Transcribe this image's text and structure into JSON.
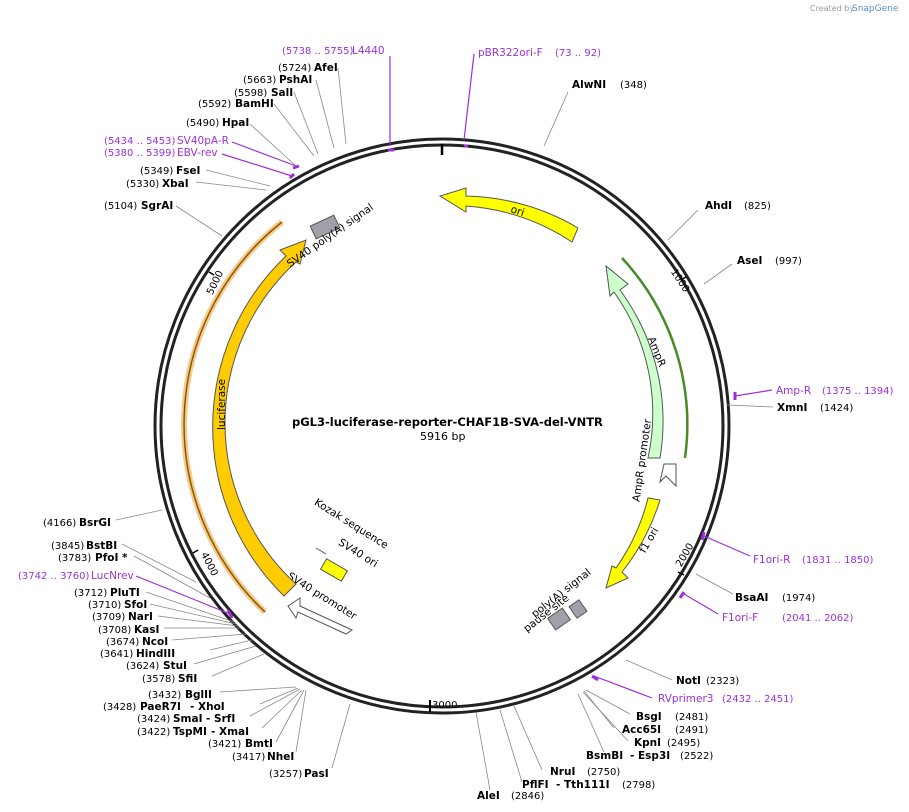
{
  "credit": {
    "text": "Created by",
    "brand": "SnapGene"
  },
  "plasmid": {
    "name": "pGL3-luciferase-reporter-CHAF1B-SVA-del-VNTR",
    "size": "5916 bp"
  },
  "ticks": [
    "1000",
    "2000",
    "3000",
    "4000",
    "5000"
  ],
  "features": {
    "ori": "ori",
    "ampr": "AmpR",
    "ampr_promoter": "AmpR promoter",
    "f1ori": "f1 ori",
    "polya_signal": "poly(A) signal",
    "pause_site": "pause site",
    "sv40_promoter": "SV40 promoter",
    "sv40_ori": "SV40 ori",
    "kozak": "Kozak sequence",
    "luciferase": "luciferase",
    "sv40_polya": "SV40 poly(A) signal"
  },
  "sites": [
    {
      "name": "AlwNI",
      "pos": "(348)"
    },
    {
      "name": "AhdI",
      "pos": "(825)"
    },
    {
      "name": "AseI",
      "pos": "(997)"
    },
    {
      "name": "XmnI",
      "pos": "(1424)"
    },
    {
      "name": "BsaAI",
      "pos": "(1974)"
    },
    {
      "name": "NotI",
      "pos": "(2323)"
    },
    {
      "name": "BsgI",
      "pos": "(2481)"
    },
    {
      "name": "Acc65I",
      "pos": "(2491)"
    },
    {
      "name": "KpnI",
      "pos": "(2495)"
    },
    {
      "name": "BsmBI",
      "pos": ""
    },
    {
      "name": "- Esp3I",
      "pos": "(2522)"
    },
    {
      "name": "NruI",
      "pos": "(2750)"
    },
    {
      "name": "PflFI",
      "pos": ""
    },
    {
      "name": "- Tth111I",
      "pos": "(2798)"
    },
    {
      "name": "AleI",
      "pos": "(2846)"
    },
    {
      "name": "PasI",
      "pos": "(3257)"
    },
    {
      "name": "NheI",
      "pos": "(3417)"
    },
    {
      "name": "BmtI",
      "pos": "(3421)"
    },
    {
      "name": "TspMI",
      "pos": "(3422)"
    },
    {
      "name": "- XmaI",
      "pos": ""
    },
    {
      "name": "SmaI",
      "pos": "(3424)"
    },
    {
      "name": "- SrfI",
      "pos": ""
    },
    {
      "name": "PaeR7I",
      "pos": "(3428)"
    },
    {
      "name": "- XhoI",
      "pos": ""
    },
    {
      "name": "BglII",
      "pos": "(3432)"
    },
    {
      "name": "SfiI",
      "pos": "(3578)"
    },
    {
      "name": "StuI",
      "pos": "(3624)"
    },
    {
      "name": "HindIII",
      "pos": "(3641)"
    },
    {
      "name": "NcoI",
      "pos": "(3674)"
    },
    {
      "name": "KasI",
      "pos": "(3708)"
    },
    {
      "name": "NarI",
      "pos": "(3709)"
    },
    {
      "name": "SfoI",
      "pos": "(3710)"
    },
    {
      "name": "PluTI",
      "pos": "(3712)"
    },
    {
      "name": "PfoI *",
      "pos": "(3783)"
    },
    {
      "name": "BstBI",
      "pos": "(3845)"
    },
    {
      "name": "BsrGI",
      "pos": "(4166)"
    },
    {
      "name": "SgrAI",
      "pos": "(5104)"
    },
    {
      "name": "XbaI",
      "pos": "(5330)"
    },
    {
      "name": "FseI",
      "pos": "(5349)"
    },
    {
      "name": "HpaI",
      "pos": "(5490)"
    },
    {
      "name": "BamHI",
      "pos": "(5592)"
    },
    {
      "name": "SalI",
      "pos": "(5598)"
    },
    {
      "name": "PshAI",
      "pos": "(5663)"
    },
    {
      "name": "AfeI",
      "pos": "(5724)"
    }
  ],
  "primers": [
    {
      "name": "pBR322ori-F",
      "range": "(73 .. 92)"
    },
    {
      "name": "L4440",
      "range": "(5738 .. 5755)"
    },
    {
      "name": "SV40pA-R",
      "range": "(5434 .. 5453)"
    },
    {
      "name": "EBV-rev",
      "range": "(5380 .. 5399)"
    },
    {
      "name": "Amp-R",
      "range": "(1375 .. 1394)"
    },
    {
      "name": "F1ori-R",
      "range": "(1831 .. 1850)"
    },
    {
      "name": "F1ori-F",
      "range": "(2041 .. 2062)"
    },
    {
      "name": "RVprimer3",
      "range": "(2432 .. 2451)"
    },
    {
      "name": "LucNrev",
      "range": "(3742 .. 3760)"
    }
  ],
  "colors": {
    "ori": "#ffff00",
    "ampr": "#ccffcc",
    "luciferase": "#ffcc00",
    "primer": "#9b30d9",
    "grey_feature": "#a0a0a8"
  }
}
